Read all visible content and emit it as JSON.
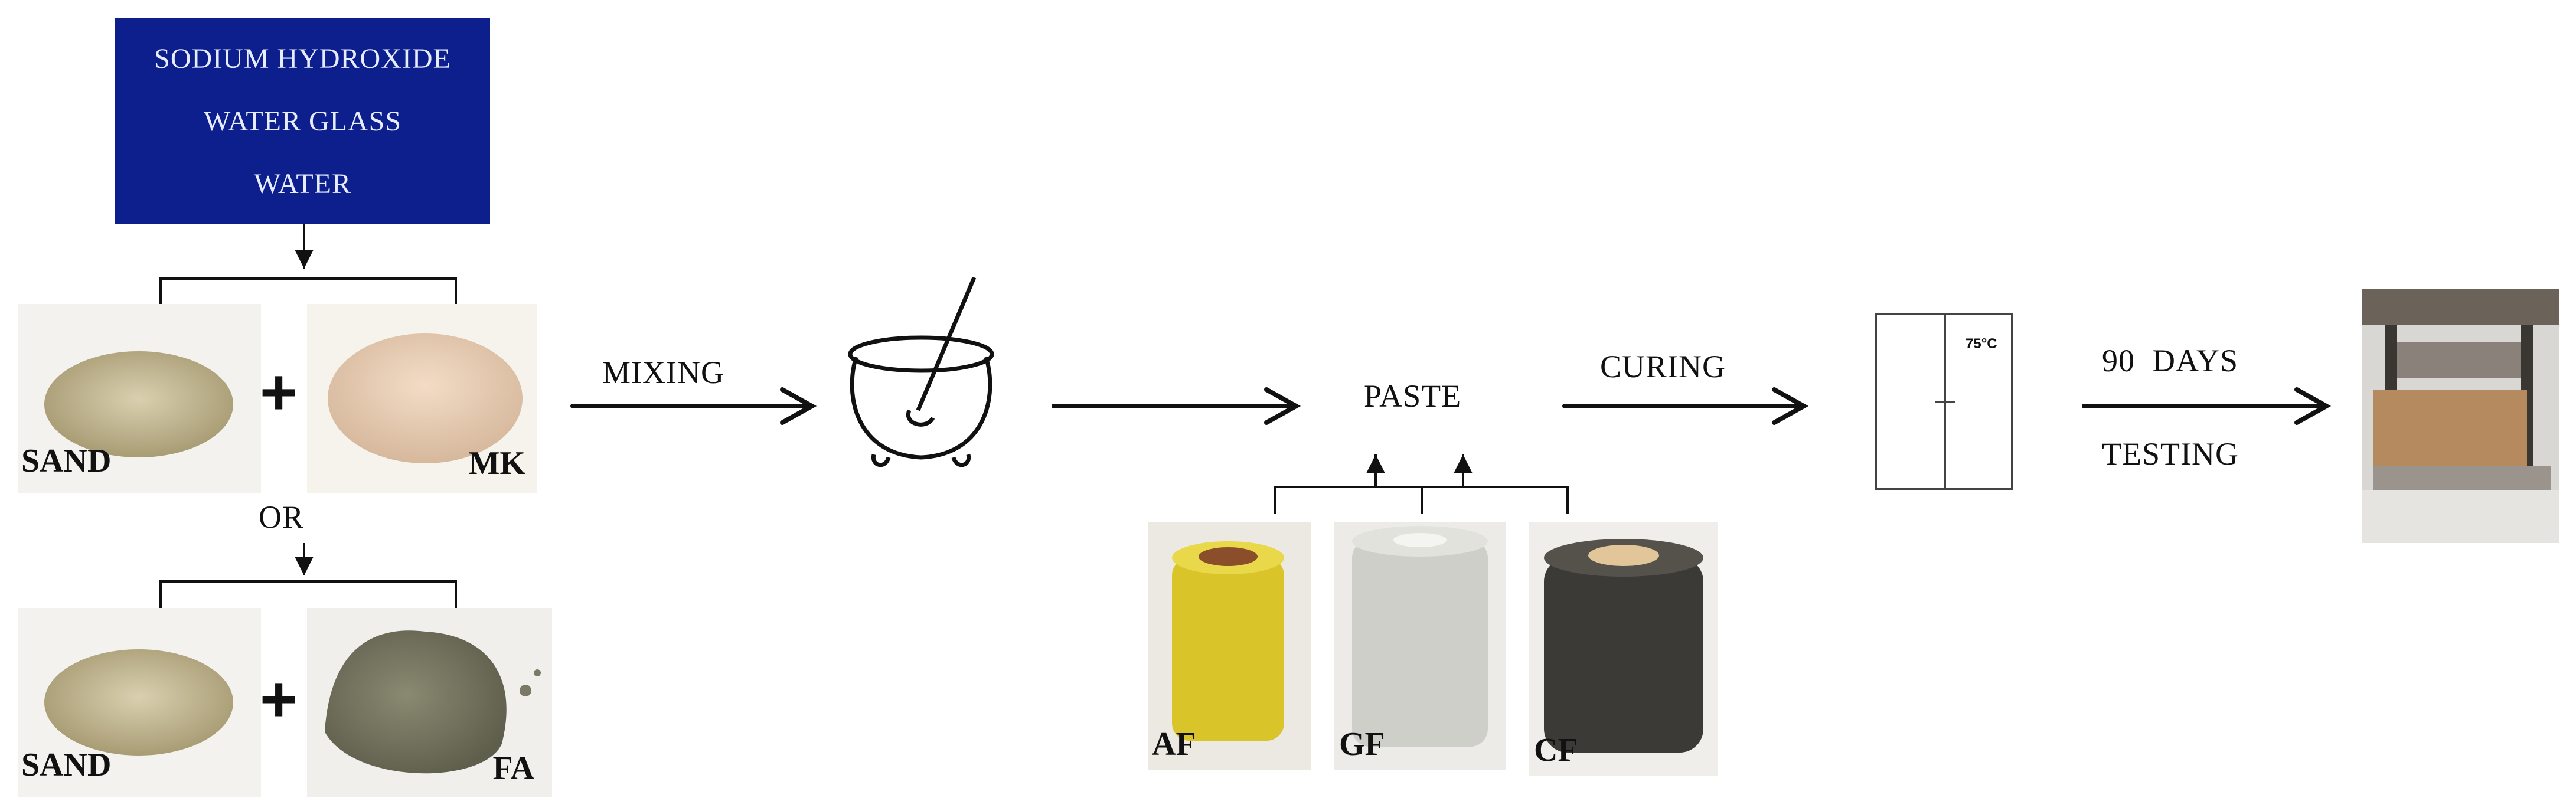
{
  "solution_box": {
    "lines": [
      "SODIUM HYDROXIDE",
      "WATER GLASS",
      "WATER"
    ],
    "background": "#0c1f8c"
  },
  "materials": {
    "sand_top": "SAND",
    "mk": "MK",
    "or": "OR",
    "sand_bottom": "SAND",
    "fa": "FA"
  },
  "steps": {
    "mixing": "MIXING",
    "paste": "PASTE",
    "curing": "CURING",
    "oven_temp": "75°C",
    "days": "90  DAYS",
    "testing": "TESTING"
  },
  "fibers": {
    "af": "AF",
    "gf": "GF",
    "cf": "CF"
  },
  "icons": {
    "plus": "+",
    "mixing_pot": "cauldron-with-stirrer-icon",
    "oven": "oven-icon",
    "testing_machine": "testing-machine-photo"
  }
}
